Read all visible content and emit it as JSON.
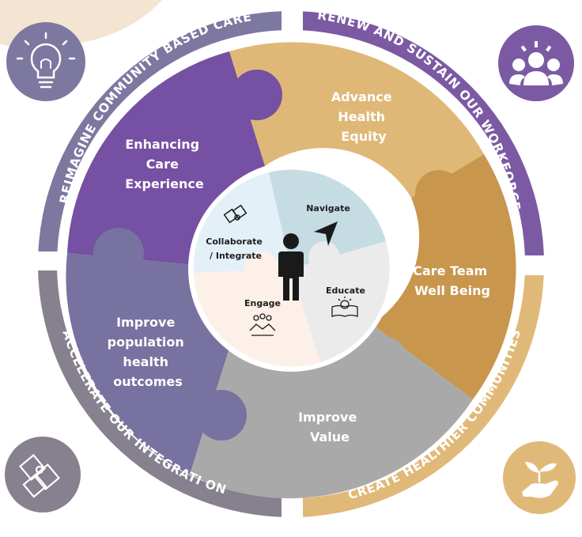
{
  "colors": {
    "purple": "#7650a3",
    "tan": "#dfb878",
    "orange": "#c9964e",
    "gray": "#a9a9a9",
    "lavender": "#77729f",
    "ring_tl": "#7d78a0",
    "ring_tr": "#7b5aa3",
    "ring_br": "#e0b979",
    "ring_bl": "#86808f",
    "badge_tan": "#f3e5d2",
    "inner_blue": "#e3f0f8",
    "inner_teal": "#c6dce3",
    "inner_gray": "#ebebeb",
    "inner_peach": "#fcf0e9"
  },
  "ring_labels": {
    "top_left": "REIMAGINE COMMUNITY BASED CARE",
    "top_right": "RENEW AND SUSTAIN OUR WORKFORCE",
    "bottom_right": "CREATE HEALTHIER COMMUNITIES",
    "bottom_left": "ACCELERATE OUR INTEGRATI ON"
  },
  "puzzle": {
    "top_left": [
      "Enhancing",
      "Care",
      "Experience"
    ],
    "top": [
      "Advance",
      "Health",
      "Equity"
    ],
    "right": [
      "Care Team",
      "Well Being"
    ],
    "bottom": [
      "Improve",
      "Value"
    ],
    "left": [
      "Improve",
      "population",
      "health",
      "outcomes"
    ]
  },
  "center": {
    "collaborate": [
      "Collaborate",
      "/ Integrate"
    ],
    "navigate": "Navigate",
    "educate": "Educate",
    "engage": "Engage"
  },
  "icons": {
    "top_left_badge": "lightbulb-icon",
    "top_right_badge": "team-icon",
    "bottom_left_badge": "puzzle-pieces-icon",
    "bottom_right_badge": "hand-plant-icon",
    "center_figure": "person-icon",
    "collaborate": "puzzle-icon",
    "navigate": "navigation-arrow-icon",
    "educate": "book-lightbulb-icon",
    "engage": "handshake-group-icon"
  }
}
